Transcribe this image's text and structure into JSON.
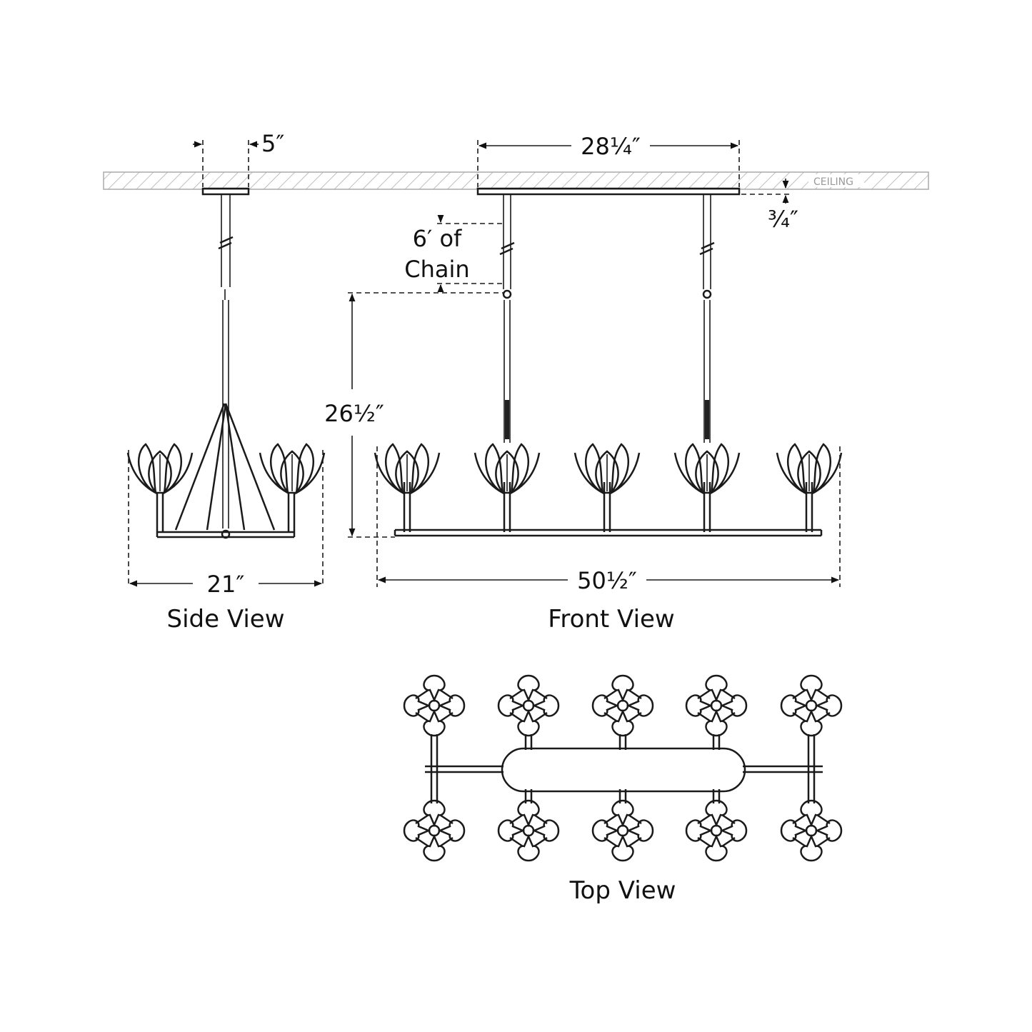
{
  "ceiling_label": "CEILING",
  "dimensions": {
    "side_canopy": "5″",
    "front_canopy": "28¼″",
    "canopy_height": "¾″",
    "chain_line1": "6′ of",
    "chain_line2": "Chain",
    "body_height": "26½″",
    "side_width": "21″",
    "front_width": "50½″"
  },
  "views": {
    "side": "Side View",
    "front": "Front View",
    "top": "Top View"
  }
}
